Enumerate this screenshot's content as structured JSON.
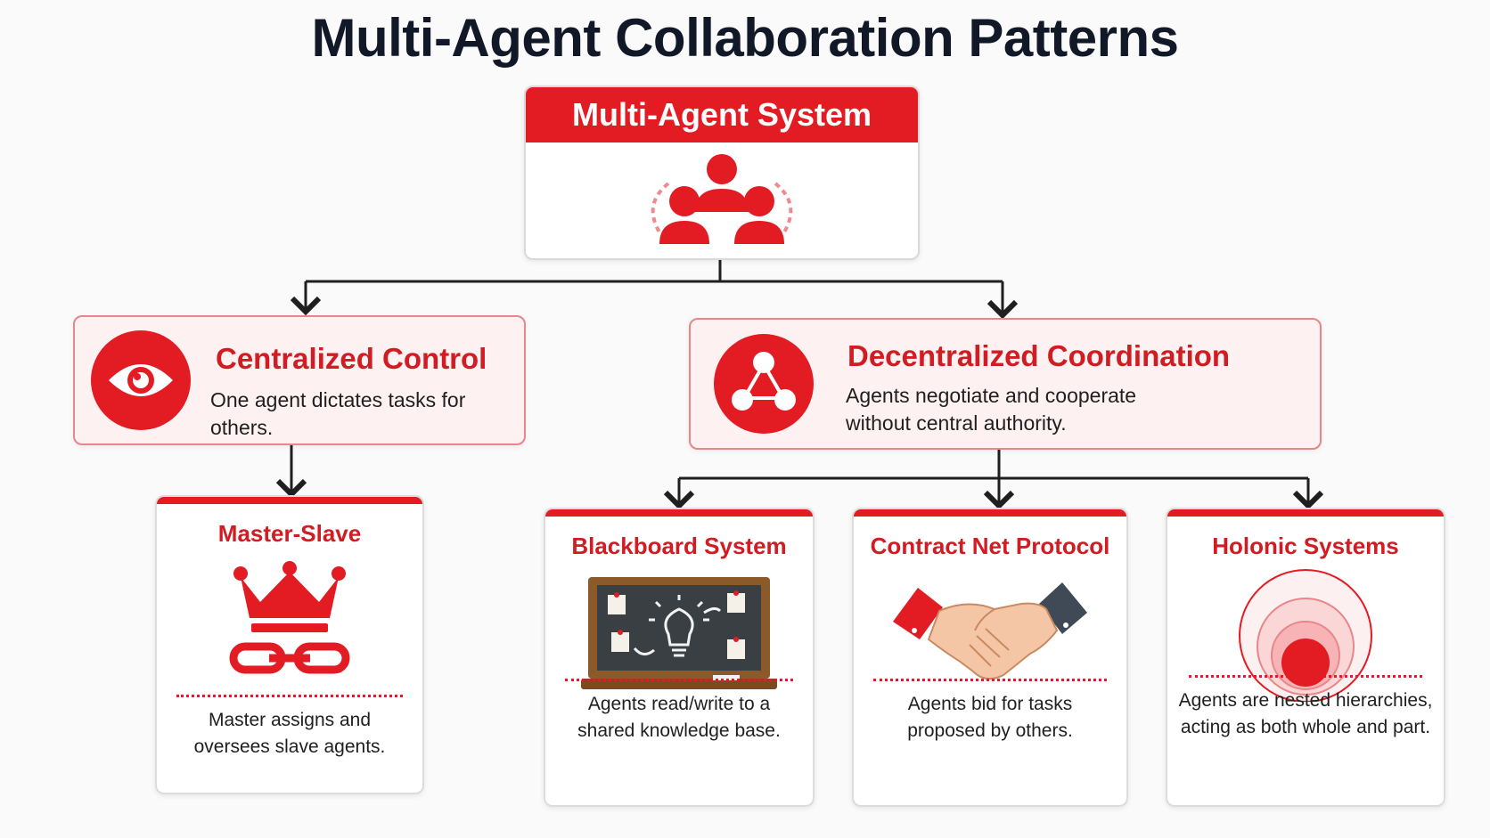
{
  "title": "Multi-Agent Collaboration Patterns",
  "root": {
    "label": "Multi-Agent System",
    "icon": "people-group-icon"
  },
  "branches": [
    {
      "title": "Centralized Control",
      "description": "One agent dictates tasks for others.",
      "icon": "eye-icon"
    },
    {
      "title": "Decentralized Coordination",
      "description_line1": "Agents negotiate and cooperate",
      "description_line2": "without central authority.",
      "icon": "network-triangle-icon"
    }
  ],
  "patterns": [
    {
      "title": "Master-Slave",
      "line1": "Master assigns and",
      "line2": "oversees slave agents.",
      "icon": "crown-chain-icon"
    },
    {
      "title": "Blackboard System",
      "line1": "Agents read/write to a",
      "line2": "shared knowledge base.",
      "icon": "blackboard-icon"
    },
    {
      "title": "Contract Net Protocol",
      "line1": "Agents bid for tasks",
      "line2": "proposed by others.",
      "icon": "handshake-icon"
    },
    {
      "title": "Holonic Systems",
      "line1": "Agents are nested hierarchies,",
      "line2": "acting as both whole and part.",
      "icon": "nested-circles-icon"
    }
  ],
  "colors": {
    "accent": "#e31b23",
    "title_text": "#111827",
    "panel_tint": "#fdf1f1",
    "panel_border": "#e8868a"
  }
}
